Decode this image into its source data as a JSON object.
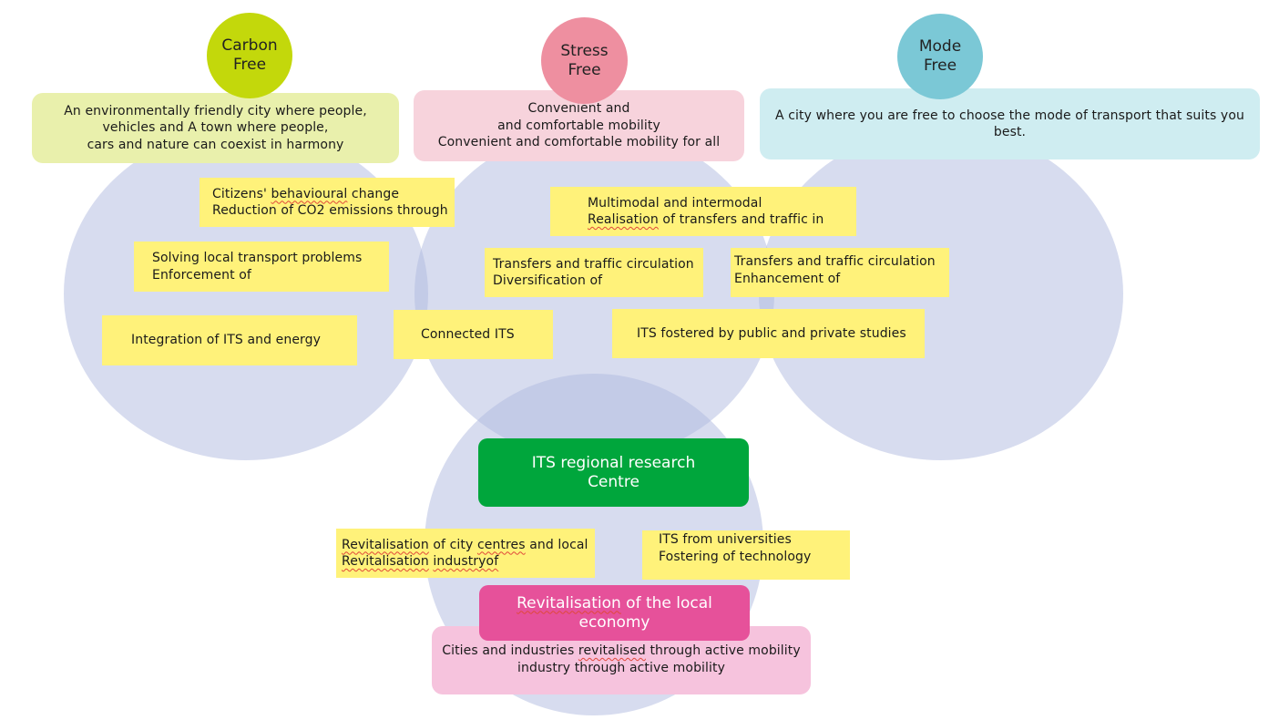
{
  "colors": {
    "ellipse": "#b0bae0",
    "carbon_circle": "#c3d80b",
    "stress_circle": "#ee8fa0",
    "mode_circle": "#7bc8d6",
    "carbon_box": "#e9f0ac",
    "stress_box": "#f7d3dc",
    "mode_box": "#cfedf1",
    "sticky_note": "#fff27a",
    "research_centre": "#00a63c",
    "local_economy": "#e6519a",
    "bottom_box": "#f6c3dd"
  },
  "pillars": {
    "carbon": {
      "title": "Carbon\nFree",
      "description": "An environmentally friendly city where people,\nvehicles and A town where people,\ncars and nature can coexist in harmony"
    },
    "stress": {
      "title": "Stress\nFree",
      "description": "Convenient and\nand comfortable mobility\nConvenient and comfortable mobility for all"
    },
    "mode": {
      "title": "Mode\nFree",
      "description": "A city where you are free to choose the mode of transport that suits you best."
    }
  },
  "notes": {
    "citizens_change": {
      "word1": "Citizens' ",
      "word2": "behavioural",
      "word3": " change",
      "line2": "Reduction of CO2 emissions through"
    },
    "local_transport": "Solving local transport problems\nEnforcement of",
    "its_energy": "Integration of ITS and energy",
    "multimodal": {
      "line1": "Multimodal and intermodal",
      "word1": "Realisation",
      "word2": " of transfers and traffic in"
    },
    "diversification": "Transfers and traffic circulation\nDiversification of",
    "enhancement": "Transfers and traffic circulation\nEnhancement of",
    "connected_its": "Connected ITS",
    "fostered_studies": "ITS fostered by public and private studies",
    "revitalisation_city": {
      "w1": "Revitalisation",
      "w2": " of city ",
      "w3": "centres",
      "w4": " and local",
      "w5": "Revitalisation",
      "w6": " ",
      "w7": "industryof"
    },
    "its_universities": "ITS from universities\nFostering of technology"
  },
  "research_centre": {
    "label": "ITS regional research\nCentre"
  },
  "local_economy": {
    "word1": "Revitalisation",
    "word2": " of the local",
    "line2": "economy"
  },
  "bottom": {
    "w1": "Cities and industries ",
    "w2": "revitalised",
    "w3": " through active mobility",
    "line2": "industry through active mobility"
  }
}
